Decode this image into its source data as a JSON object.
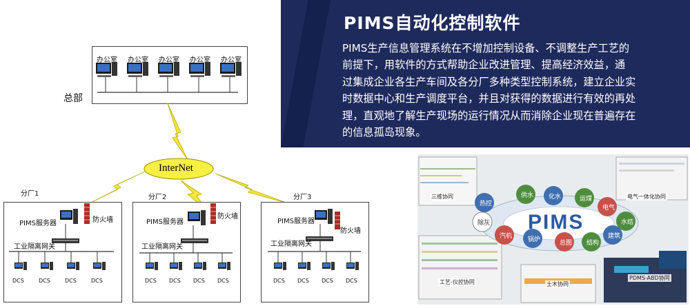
{
  "panel": {
    "title": "PIMS自动化控制软件",
    "lines": [
      "PIMS生产信息管理系统在不增加控制设备、不调整生产工艺的",
      "前提下，用软件的方式帮助企业改进管理、提高经济效益，通",
      "过集成企业各生产车间及各分厂多种类型控制系统，建立企业实",
      "时数据中心和生产调度平台，并且对获得的数据进行有效的再处",
      "理，直观地了解生产现场的运行情况从而消除企业现在普遍存在",
      "的信息孤岛现象。"
    ]
  },
  "network": {
    "hq_label": "总部",
    "office_label": "办公室",
    "internet_label": "InterNet",
    "branches": [
      {
        "name": "分厂1",
        "server": "PIMS服务器",
        "firewall": "防火墙",
        "gateway": "工业隔离网关",
        "dcs": [
          "DCS",
          "DCS",
          "DCS",
          "DCS"
        ]
      },
      {
        "name": "分厂2",
        "server": "PIMS服务器",
        "firewall": "防火墙",
        "gateway": "工业隔离网关",
        "dcs": [
          "DCS",
          "DCS",
          "DCS",
          "DCS"
        ]
      },
      {
        "name": "分厂3",
        "server": "PIMS服务器",
        "firewall": "防火墙",
        "gateway": "工业隔离网关",
        "dcs": [
          "DCS",
          "DCS",
          "DCS",
          "DCS"
        ]
      }
    ]
  },
  "collage": {
    "center": "PIMS",
    "bubbles": [
      "热控",
      "供水",
      "化水",
      "运煤",
      "电气",
      "水结",
      "建筑",
      "结构",
      "总图",
      "锅炉",
      "汽机",
      "除灰"
    ],
    "labels": {
      "three_d": "三维协同",
      "electric": "电气一体化协同",
      "process": "工艺-仪控协同",
      "civil": "土木协同",
      "pdms": "PDMS-ABD协同"
    }
  },
  "colors": {
    "panel_bg": "#1f2a5c",
    "bubble_red": "#c8524a",
    "bubble_green": "#4f8d3e",
    "bubble_blue": "#3f6fb0"
  }
}
